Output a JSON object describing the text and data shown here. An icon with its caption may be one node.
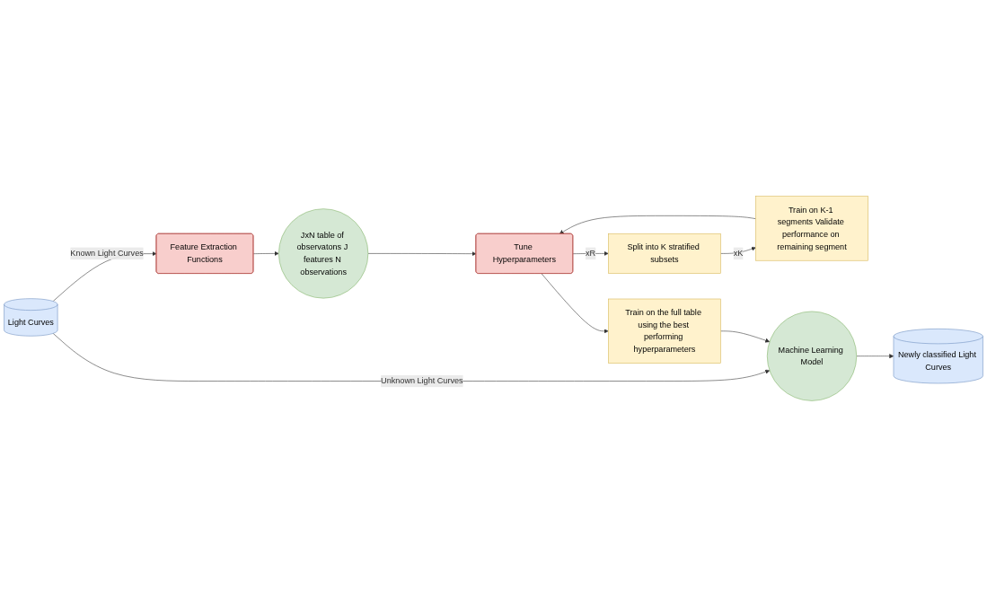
{
  "diagram": {
    "nodes": [
      {
        "text": [
          "Light Curves"
        ]
      },
      {
        "text": [
          "Split into K stratified subsets"
        ]
      },
      {
        "text": [
          "Train on K-1 segments Validate performance on remaining segment"
        ]
      },
      {
        "text": [
          "Newly classified Light Curves"
        ]
      },
      {
        "text": [
          "Feature Extraction Functions"
        ]
      },
      {
        "text": [
          "JxN table of observatons J features N observations"
        ]
      },
      {
        "text": [
          "Tune Hyperparameters"
        ]
      },
      {
        "text": [
          "Train on the full table using the best performing hyperparameters"
        ]
      },
      {
        "text": [
          "Machine Learning Model"
        ]
      }
    ],
    "edges": [
      {
        "from": 0,
        "to": 8,
        "arrow": "to",
        "label": "Unknown Light Curves"
      },
      {
        "from": 0,
        "to": 4,
        "arrow": "to",
        "label": "Known Light Curves"
      },
      {
        "from": 1,
        "to": 2,
        "arrow": "to",
        "label": "xK"
      },
      {
        "from": 2,
        "to": 6,
        "arrow": "to"
      },
      {
        "from": 6,
        "to": 1,
        "arrow": "to",
        "label": "xR"
      },
      {
        "from": 4,
        "to": 5,
        "arrow": "to"
      },
      {
        "from": 5,
        "to": 6,
        "arrow": "to"
      },
      {
        "from": 6,
        "to": 7,
        "arrow": "to"
      },
      {
        "from": 7,
        "to": 8,
        "arrow": "to"
      },
      {
        "from": 8,
        "to": 3,
        "arrow": "to"
      }
    ]
  }
}
